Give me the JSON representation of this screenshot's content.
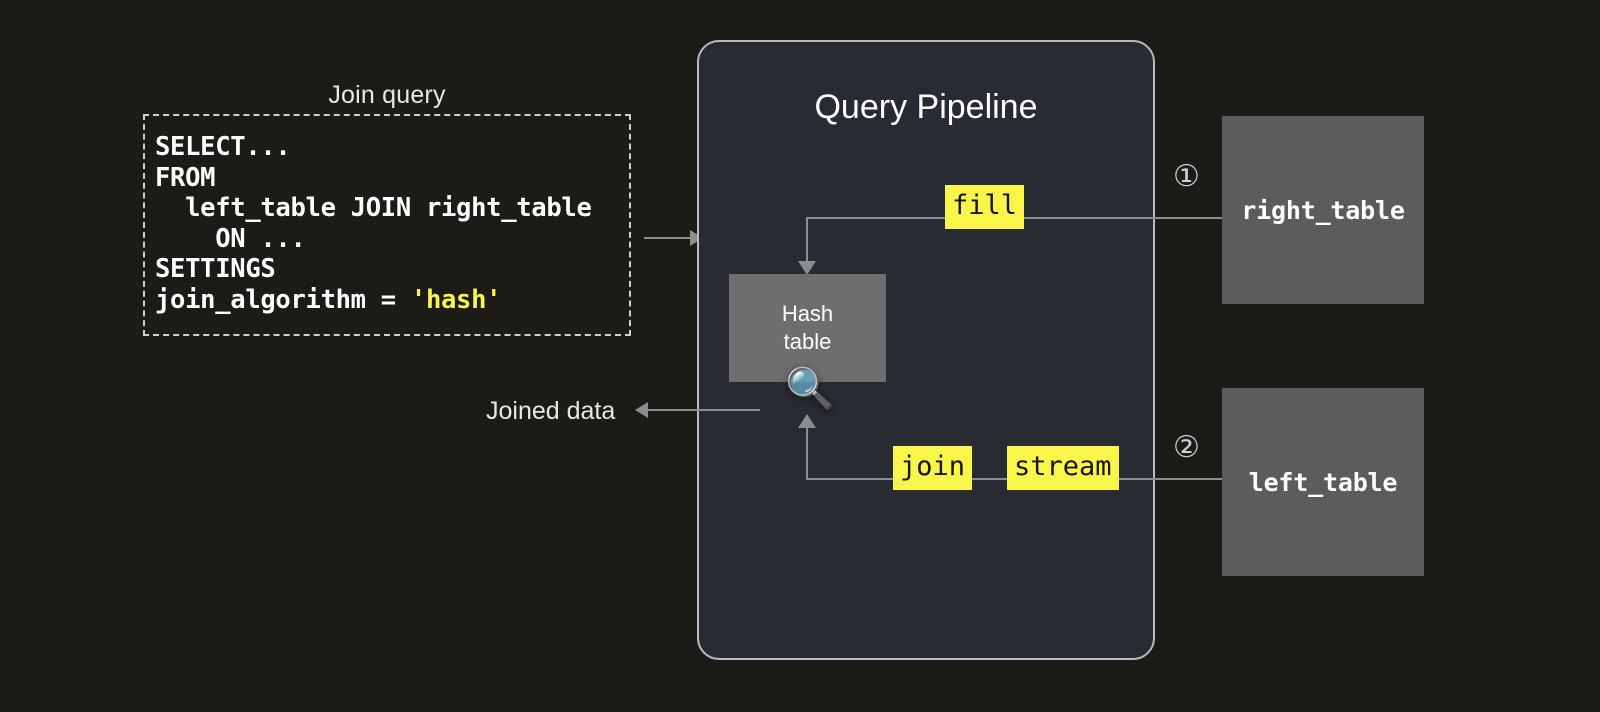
{
  "background_color": "#1b1b18",
  "panel_color": "#282b32",
  "accent_yellow": "#faf54a",
  "table_gray": "#5c5c5c",
  "hash_table_gray": "#6e6e6e",
  "line_gray": "#8b8d90",
  "query": {
    "title": "Join query",
    "code_line_1": "SELECT...",
    "code_line_2": "FROM",
    "code_line_3": "  left_table JOIN right_table",
    "code_line_4": "    ON ...",
    "code_line_5": "SETTINGS",
    "code_line_6_prefix": "join_algorithm = ",
    "code_line_6_value": "'hash'"
  },
  "pipeline": {
    "title": "Query Pipeline",
    "hash_table_line_1": "Hash",
    "hash_table_line_2": "table",
    "magnifier_icon": "🔍",
    "labels": {
      "fill": "fill",
      "join": "join",
      "stream": "stream"
    }
  },
  "sources": [
    {
      "name": "right_table",
      "step": "①"
    },
    {
      "name": "left_table",
      "step": "②"
    }
  ],
  "output": {
    "joined_data": "Joined data"
  }
}
